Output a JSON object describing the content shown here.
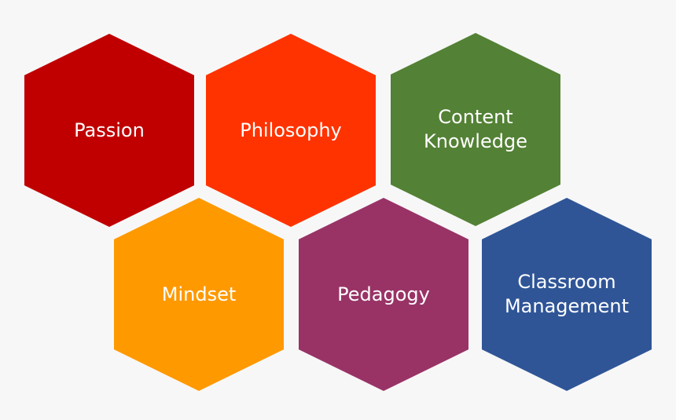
{
  "hexagons": [
    {
      "id": "passion",
      "label": "Passion",
      "color": "#c00000"
    },
    {
      "id": "philosophy",
      "label": "Philosophy",
      "color": "#ff3300"
    },
    {
      "id": "content",
      "label": "Content\nKnowledge",
      "color": "#538135"
    },
    {
      "id": "mindset",
      "label": "Mindset",
      "color": "#ff9900"
    },
    {
      "id": "pedagogy",
      "label": "Pedagogy",
      "color": "#993366"
    },
    {
      "id": "classroom",
      "label": "Classroom\nManagement",
      "color": "#2f5597"
    }
  ]
}
